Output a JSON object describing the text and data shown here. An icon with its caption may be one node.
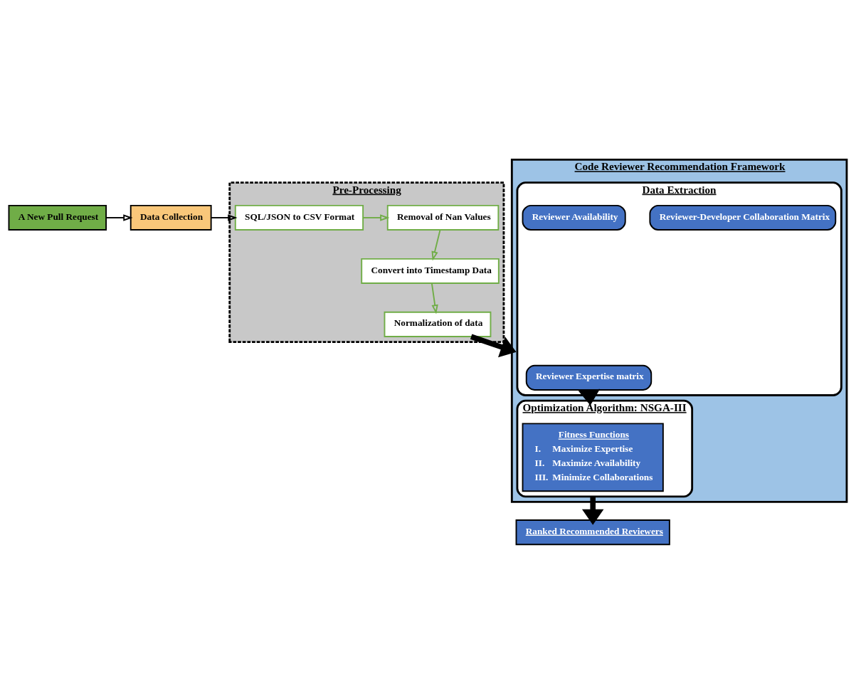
{
  "diagram": {
    "nodes": [
      {
        "text": [
          "A New Pull Request"
        ]
      },
      {
        "text": [
          "Data Collection"
        ]
      },
      {
        "text": [
          "Pre-Processing"
        ]
      },
      {
        "text": [
          "SQL/JSON to CSV Format"
        ],
        "in": 2
      },
      {
        "text": [
          "Removal of Nan Values"
        ],
        "in": 2
      },
      {
        "text": [
          "Convert into Timestamp Data"
        ],
        "in": 2
      },
      {
        "text": [
          "Normalization of data"
        ],
        "in": 2
      },
      {
        "text": [
          "Code Reviewer Recommendation Framework"
        ]
      },
      {
        "text": [
          "Data Extraction"
        ],
        "in": 7
      },
      {
        "text": [
          "Reviewer Expertise matrix"
        ],
        "in": 8
      },
      {
        "text": [
          "Reviewer-Developer Collaboration Matrix"
        ],
        "in": 8
      },
      {
        "text": [
          "Reviewer Availability"
        ],
        "in": 8
      },
      {
        "text": [
          "Optimization Algorithm: NSGA-III"
        ],
        "in": 7
      },
      {
        "text": [
          "Fitness Functions",
          "I.",
          "Maximize Expertise",
          "II.",
          "Maximize Availability",
          "III.",
          "Minimize Collaborations"
        ],
        "in": 12
      },
      {
        "text": [
          "Ranked Recommended Reviewers"
        ]
      }
    ],
    "edges": [
      {
        "from": 0,
        "to": 1,
        "arrow": "to"
      },
      {
        "from": 1,
        "to": 3,
        "arrow": "to"
      },
      {
        "from": 3,
        "to": 4,
        "arrow": "to",
        "color": "#70ad47"
      },
      {
        "from": 4,
        "to": 5,
        "arrow": "to",
        "color": "#70ad47"
      },
      {
        "from": 5,
        "to": 6,
        "arrow": "to",
        "color": "#70ad47"
      },
      {
        "from": 6,
        "to": 7,
        "arrow": "to",
        "style": "thick"
      },
      {
        "from": 8,
        "to": 12,
        "arrow": "to",
        "style": "thick"
      },
      {
        "from": 12,
        "to": 14,
        "arrow": "to",
        "style": "thick"
      }
    ]
  }
}
